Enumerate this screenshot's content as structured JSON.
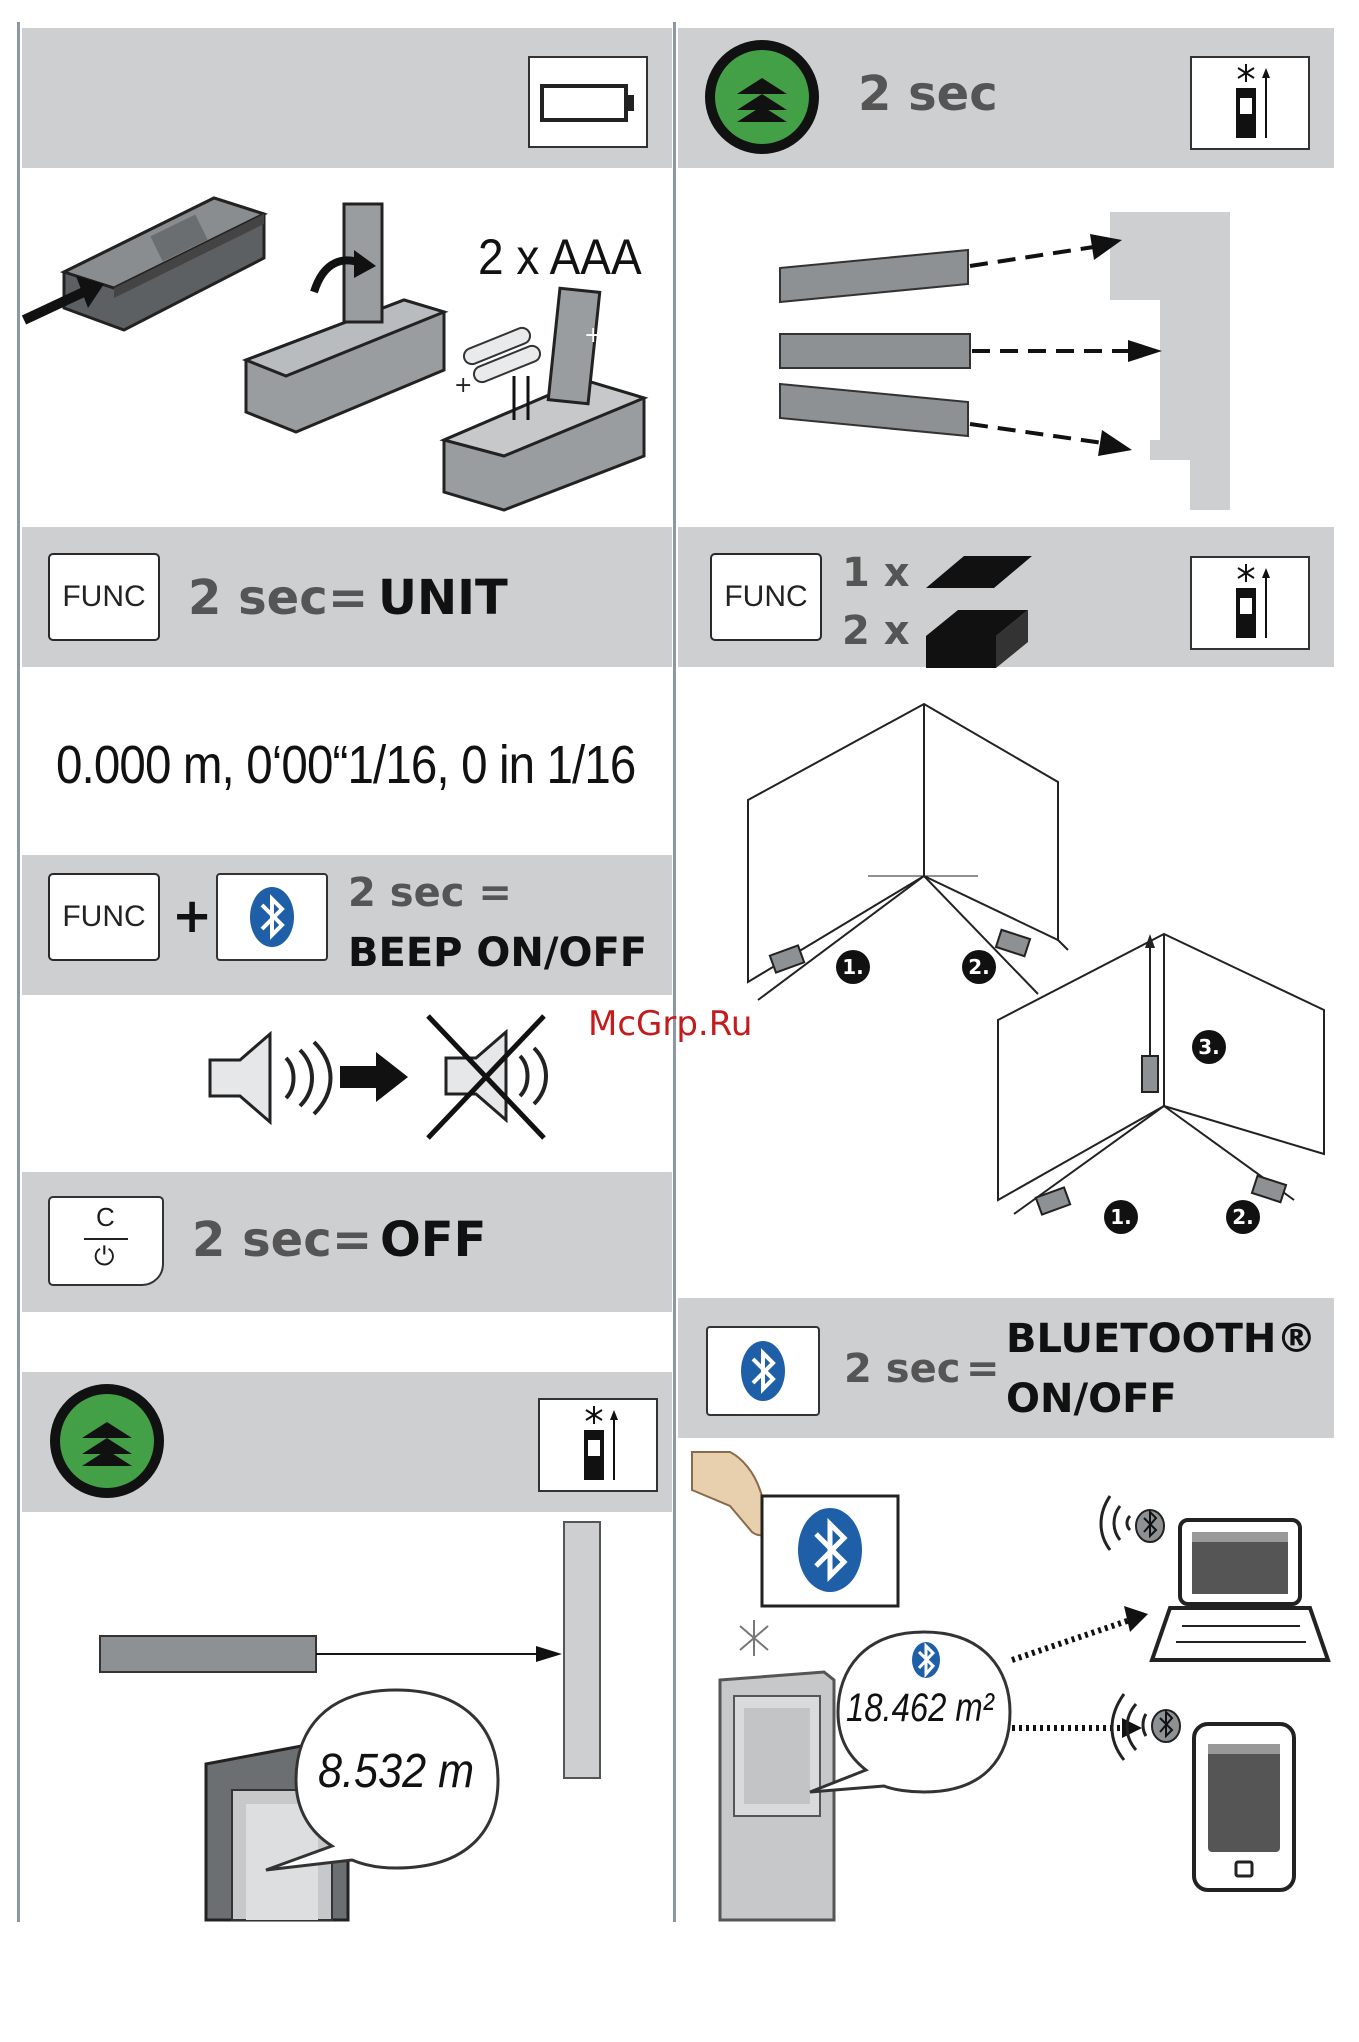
{
  "battery": {
    "type_label": "2 x AAA"
  },
  "measure_top": {
    "duration": "2 sec"
  },
  "unit_setting": {
    "key_label": "FUNC",
    "duration": "2 sec",
    "equals": "=",
    "result": "UNIT",
    "units_text": "0.000 m, 0‘00“1/16, 0 in 1/16"
  },
  "beep_setting": {
    "key_label": "FUNC",
    "plus": "+",
    "duration": "2 sec =",
    "result": "BEEP ON/OFF"
  },
  "off_setting": {
    "key_top": "C",
    "key_bottom": "⏻",
    "duration": "2 sec",
    "equals": "=",
    "result": "OFF"
  },
  "func_area": {
    "key_label": "FUNC",
    "press_once": "1 x",
    "press_twice": "2 x"
  },
  "corner_steps": {
    "step1": "1.",
    "step2": "2.",
    "step3": "3."
  },
  "bluetooth_setting": {
    "duration": "2 sec",
    "equals": "=",
    "result_line1": "BLUETOOTH®",
    "result_line2": "ON/OFF"
  },
  "readouts": {
    "distance": "8.532 m",
    "area": "18.462 m²"
  },
  "watermark": "McGrp.Ru"
}
